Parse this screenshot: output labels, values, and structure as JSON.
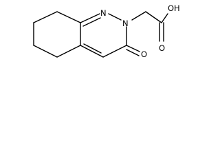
{
  "molecule": {
    "atoms": {
      "n1": "N",
      "n2": "N",
      "o_ketone": "O",
      "o_carbonyl": "O",
      "oh": "OH"
    }
  }
}
